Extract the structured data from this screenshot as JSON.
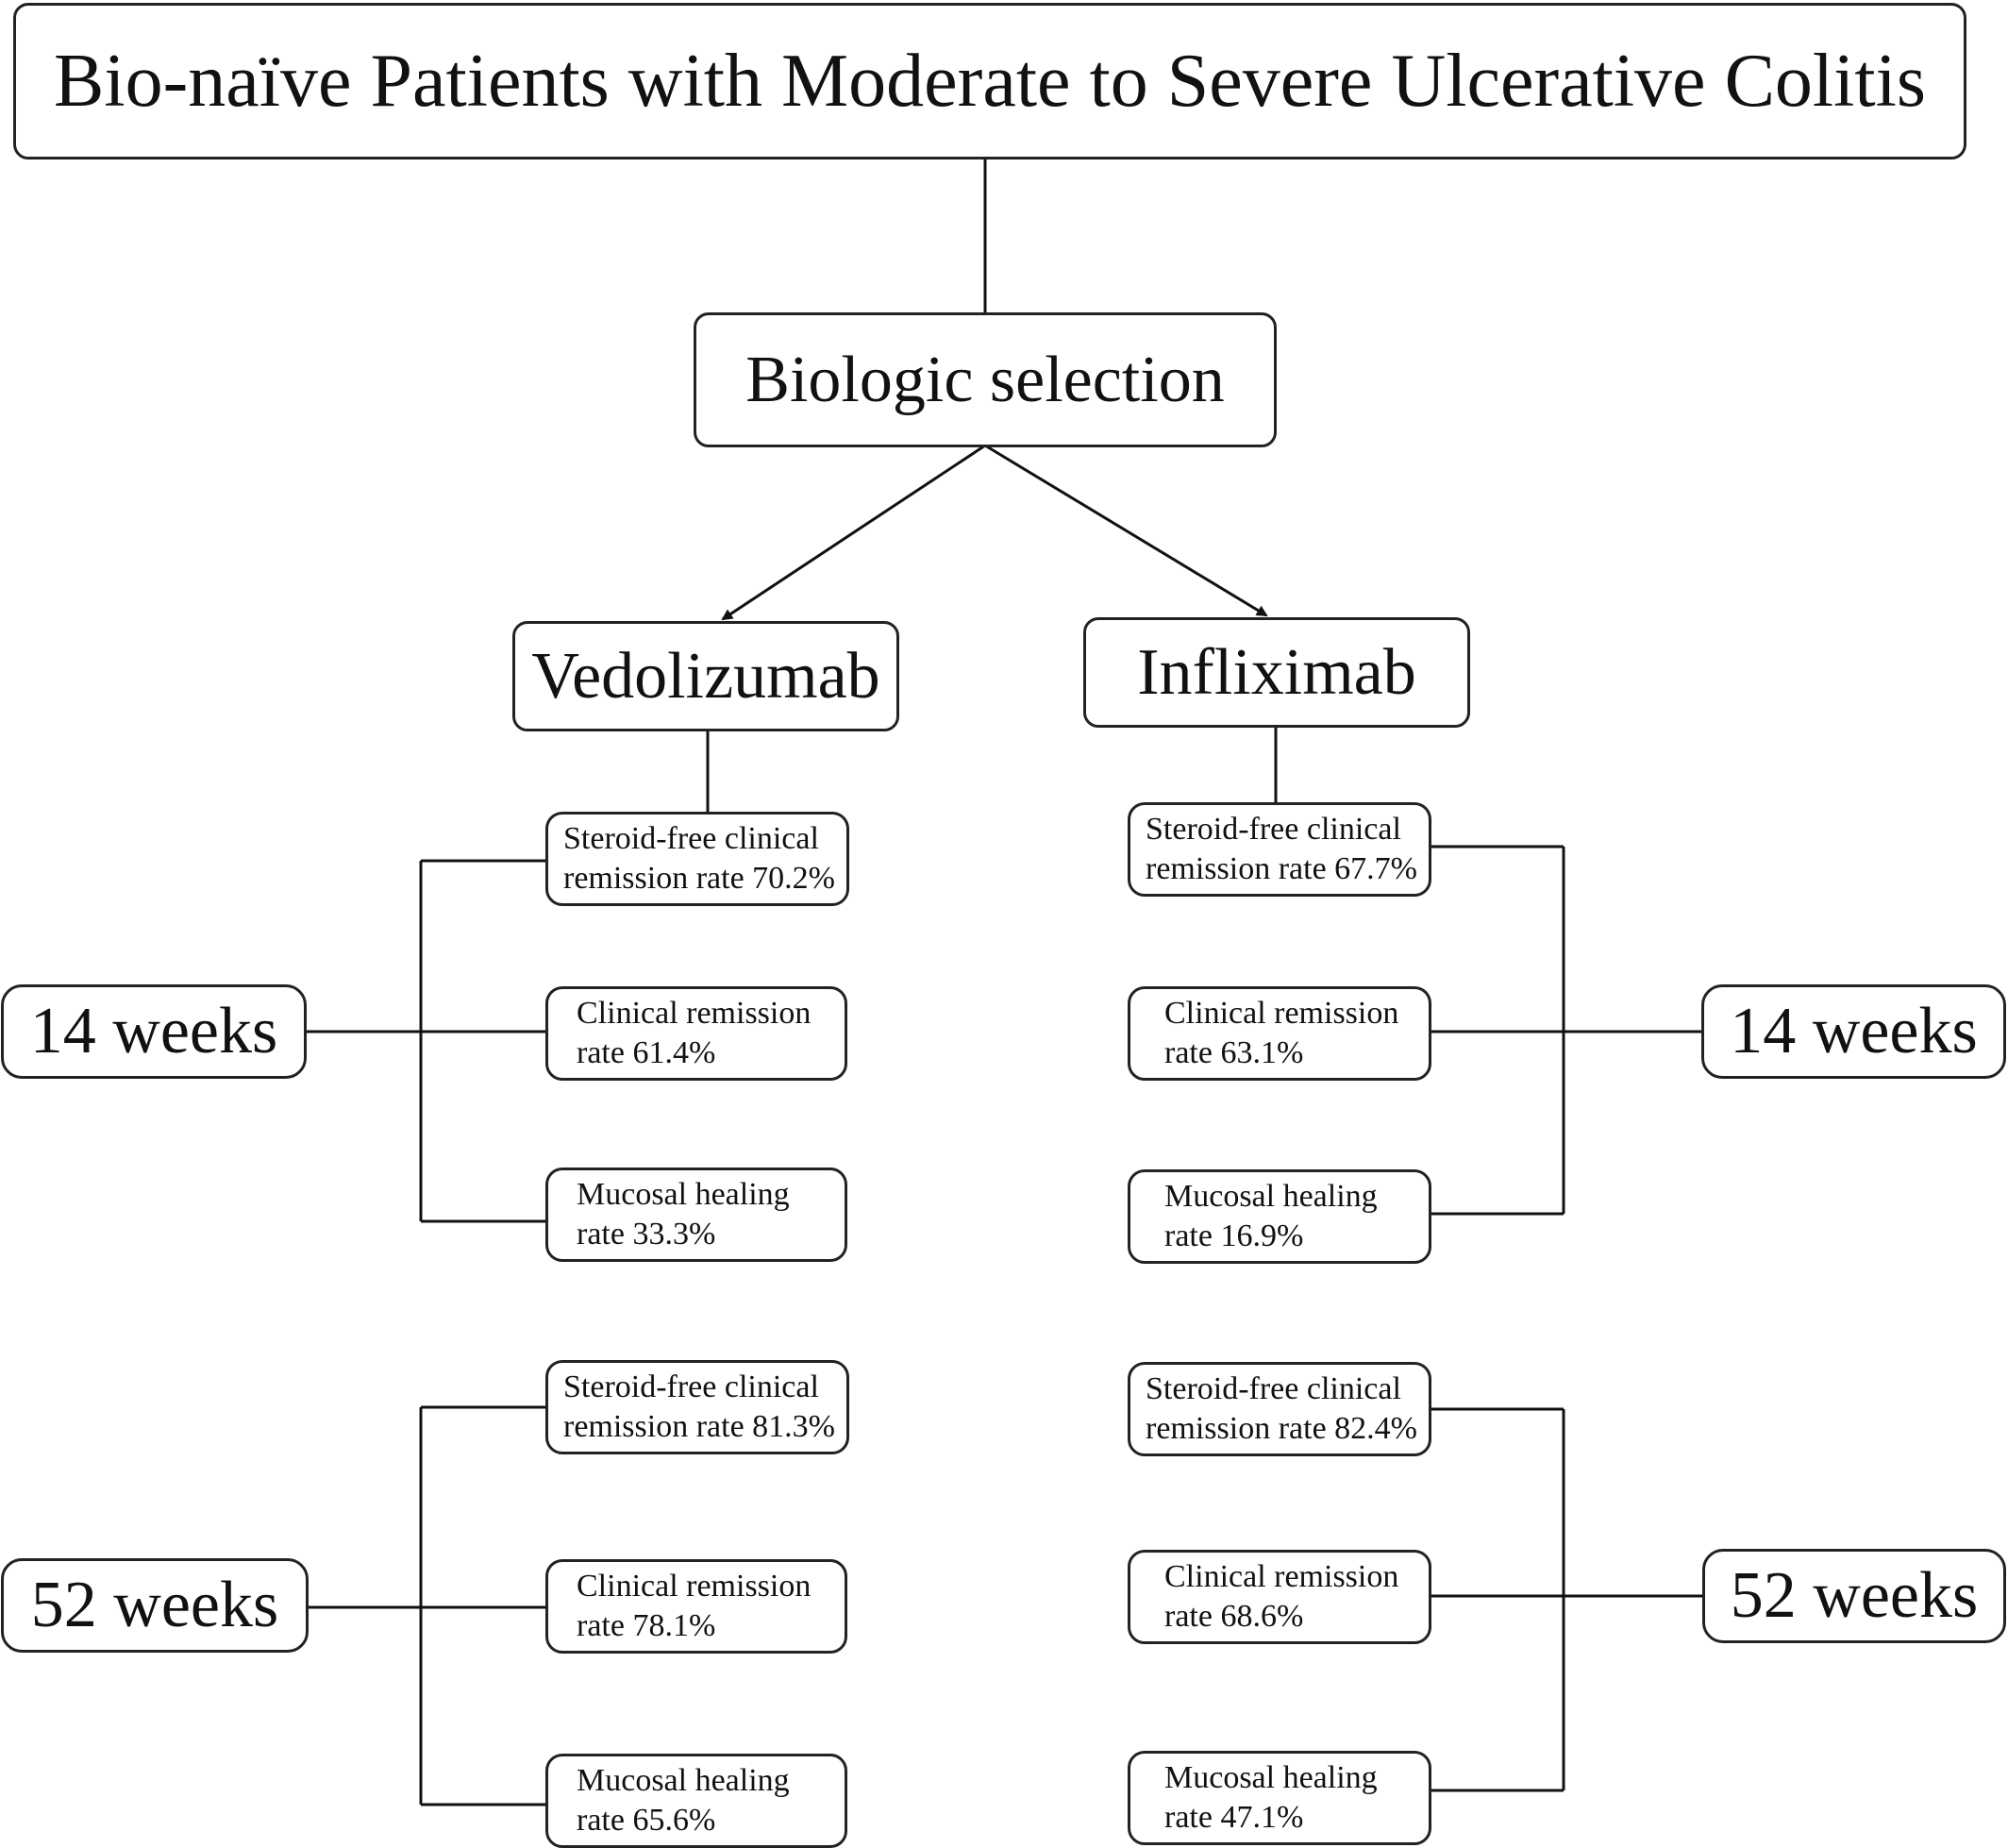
{
  "diagram": {
    "title": "Bio-naïve Patients with Moderate to Severe Ulcerative Colitis",
    "selection": "Biologic selection",
    "branches": {
      "vedolizumab": {
        "name": "Vedolizumab",
        "week14_label": "14 weeks",
        "week52_label": "52 weeks",
        "week14": [
          {
            "line1": "Steroid-free clinical",
            "line2": "remission rate 70.2%"
          },
          {
            "line1": "Clinical remission",
            "line2": "rate 61.4%"
          },
          {
            "line1": "Mucosal healing",
            "line2": "rate 33.3%"
          }
        ],
        "week52": [
          {
            "line1": "Steroid-free clinical",
            "line2": "remission rate 81.3%"
          },
          {
            "line1": "Clinical remission",
            "line2": "rate 78.1%"
          },
          {
            "line1": "Mucosal healing",
            "line2": "rate 65.6%"
          }
        ]
      },
      "infliximab": {
        "name": "Infliximab",
        "week14_label": "14 weeks",
        "week52_label": "52 weeks",
        "week14": [
          {
            "line1": "Steroid-free clinical",
            "line2": "remission rate 67.7%"
          },
          {
            "line1": "Clinical remission",
            "line2": "rate 63.1%"
          },
          {
            "line1": "Mucosal healing",
            "line2": "rate 16.9%"
          }
        ],
        "week52": [
          {
            "line1": "Steroid-free clinical",
            "line2": "remission rate 82.4%"
          },
          {
            "line1": "Clinical remission",
            "line2": "rate 68.6%"
          },
          {
            "line1": "Mucosal healing",
            "line2": "rate 47.1%"
          }
        ]
      }
    }
  }
}
